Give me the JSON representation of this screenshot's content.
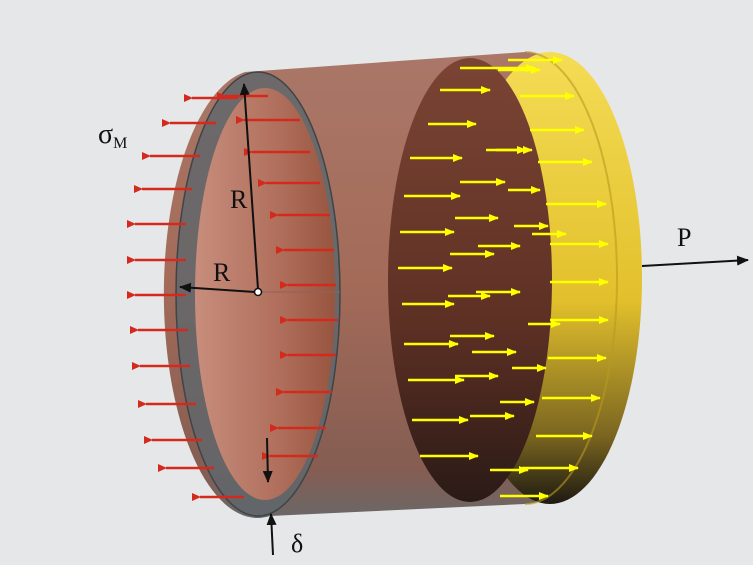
{
  "labels": {
    "sigma": "σ",
    "sigma_subscript": "M",
    "radius_axial": "R",
    "radius_horizontal": "R",
    "thickness": "δ",
    "force": "P"
  },
  "colors": {
    "background": "#e6e7e8",
    "shell_body": "#a1624e",
    "shell_inner": "#b97866",
    "shell_rim": "#5f666b",
    "end_cap": "#f0d032",
    "red_arrows": "#d42a1e",
    "yellow_arrows": "#ffff00",
    "black_arrows": "#111111"
  },
  "icons": {
    "red_arrow": "left-arrow-icon",
    "yellow_arrow": "right-arrow-icon"
  }
}
